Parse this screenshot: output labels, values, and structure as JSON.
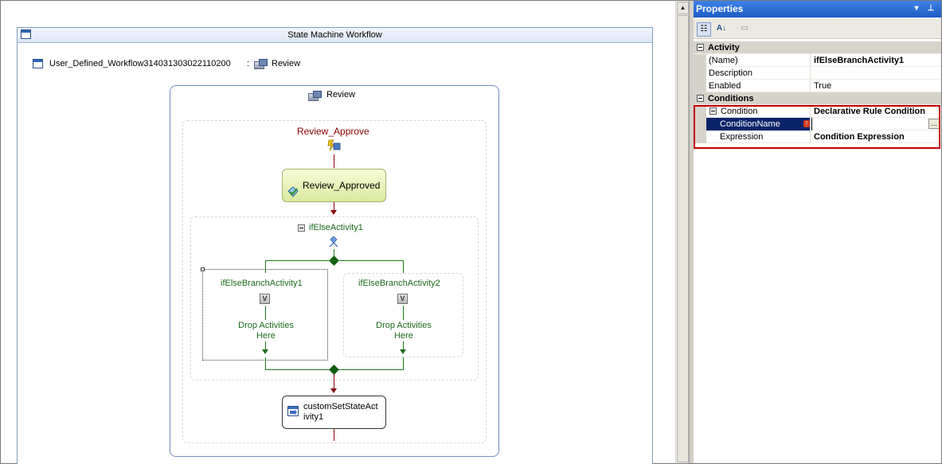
{
  "designer": {
    "frame_title": "State Machine Workflow",
    "workflow_name": "User_Defined_Workflow314031303022110200",
    "workflow_state_sep": ":",
    "workflow_state": "Review",
    "state_title": "Review",
    "event_driven_name": "Review_Approve",
    "approved_activity": "Review_Approved",
    "ifelse_name": "ifElseActivity1",
    "branch1_name": "ifElseBranchActivity1",
    "branch2_name": "ifElseBranchActivity2",
    "drop_text_line1": "Drop Activities",
    "drop_text_line2": "Here",
    "v_glyph": "V",
    "custom_set_state_line1": "customSetStateAct",
    "custom_set_state_line2": "ivity1",
    "scroll_up_glyph": "▲"
  },
  "properties": {
    "title": "Properties",
    "title_buttons": [
      "▾",
      "⊥"
    ],
    "toolbar": {
      "categorized": "☷",
      "alphabetical": "A↓",
      "pages": "▭"
    },
    "categories": [
      {
        "name": "Activity",
        "rows": [
          {
            "name": "(Name)",
            "value": "ifElseBranchActivity1",
            "bold": true
          },
          {
            "name": "Description",
            "value": "",
            "bold": false
          },
          {
            "name": "Enabled",
            "value": "True",
            "bold": false
          }
        ]
      },
      {
        "name": "Conditions",
        "rows": [
          {
            "name": "Condition",
            "value": "Declarative Rule Condition",
            "bold": true
          },
          {
            "name": "ConditionName",
            "value": "",
            "bold": false
          },
          {
            "name": "Expression",
            "value": "Condition Expression",
            "bold": true
          }
        ]
      }
    ],
    "error_glyph": "!",
    "ellipsis": "..."
  },
  "colors": {
    "title_bar": "#1c5cc4",
    "highlight_border": "#c00000",
    "activity_name_color": "#8b0000",
    "branch_name_color": "#1a6a1a"
  }
}
